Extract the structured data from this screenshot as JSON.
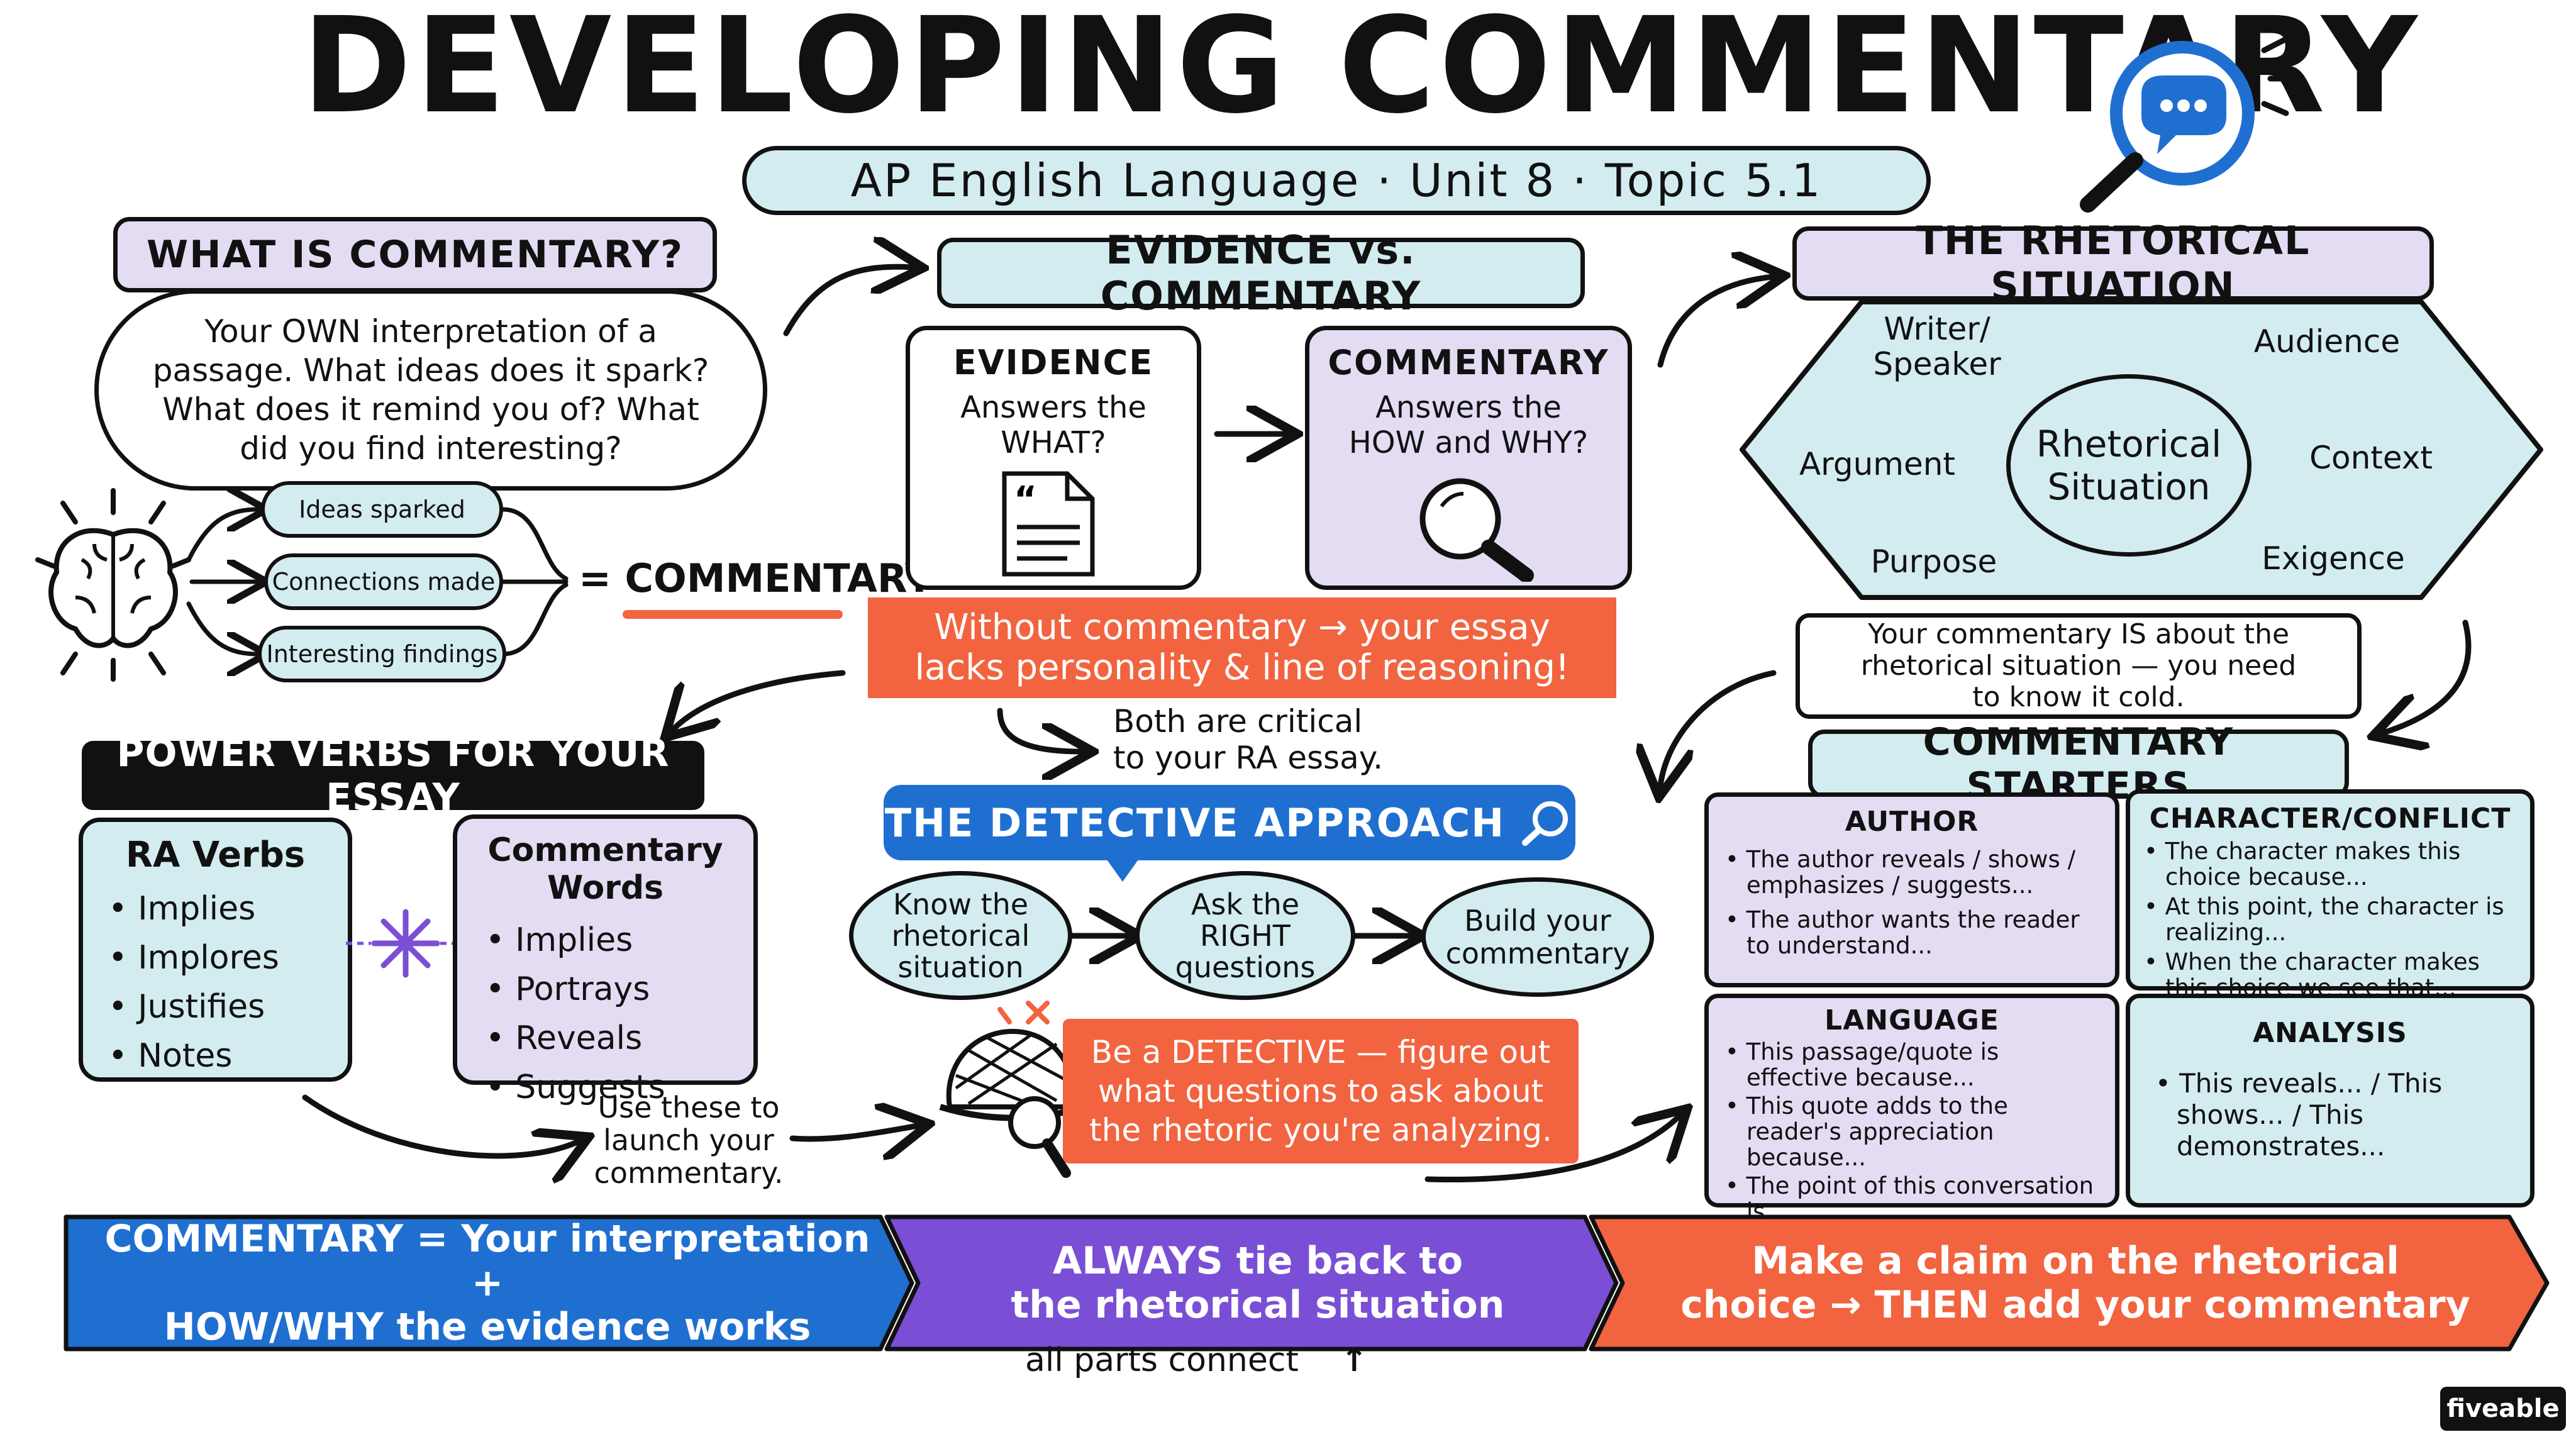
{
  "title": "DEVELOPING COMMENTARY",
  "subtitle": "AP English Language · Unit 8 · Topic 5.1",
  "icons": {
    "magnifier_chat": "magnifier-with-speech-bubble-icon",
    "brain": "brain-icon",
    "document": "document-icon",
    "magnifier": "magnifier-icon",
    "detective_hat": "detective-hat-icon",
    "sparkle": "sparkle-icon",
    "search": "search-icon"
  },
  "colors": {
    "lavender": "#e3dcf3",
    "light_blue": "#d3ecf0",
    "orange": "#f2633f",
    "blue": "#1f6fd1",
    "purple": "#7a4fd6",
    "dark": "#111111"
  },
  "what_is": {
    "title": "WHAT IS COMMENTARY?",
    "lines": [
      "Your OWN interpretation of a",
      "passage. What ideas does it spark?",
      "What does it remind you of? What",
      "did you find interesting?"
    ]
  },
  "brain_flow": {
    "items": [
      "Ideas sparked",
      "Connections made",
      "Interesting findings"
    ],
    "result": "= COMMENTARY"
  },
  "evidence_vs": {
    "title": "EVIDENCE vs. COMMENTARY",
    "evidence_title": "EVIDENCE",
    "evidence_lines": [
      "Answers the",
      "WHAT?"
    ],
    "commentary_title": "COMMENTARY",
    "commentary_lines": [
      "Answers the",
      "HOW and WHY?"
    ],
    "warning_lines": [
      "Without commentary → your essay",
      "lacks personality & line of reasoning!"
    ],
    "note_lines": [
      "Both are critical",
      "to your RA essay."
    ]
  },
  "rhetorical": {
    "title": "THE RHETORICAL SITUATION",
    "center_lines": [
      "Rhetorical",
      "Situation"
    ],
    "writer_lines": [
      "Writer/",
      "Speaker"
    ],
    "audience": "Audience",
    "argument": "Argument",
    "context": "Context",
    "purpose": "Purpose",
    "exigence": "Exigence",
    "note_lines": [
      "Your commentary IS about the",
      "rhetorical situation — you need",
      "to know it cold."
    ]
  },
  "power_verbs": {
    "title": "POWER VERBS FOR YOUR ESSAY",
    "ra_title": "RA Verbs",
    "ra_items": [
      "Implies",
      "Implores",
      "Justifies",
      "Notes"
    ],
    "cw_title": "Commentary Words",
    "cw_items": [
      "Implies",
      "Portrays",
      "Reveals",
      "Suggests"
    ],
    "note_lines": [
      "Use these to",
      "launch your",
      "commentary."
    ]
  },
  "detective": {
    "title": "THE DETECTIVE APPROACH",
    "steps": [
      [
        "Know the",
        "rhetorical",
        "situation"
      ],
      [
        "Ask the",
        "RIGHT",
        "questions"
      ],
      [
        "Build your",
        "commentary"
      ]
    ],
    "callout_lines": [
      "Be a DETECTIVE — figure out",
      "what questions to ask about",
      "the rhetoric you're analyzing."
    ]
  },
  "starters": {
    "title": "COMMENTARY STARTERS",
    "author_title": "AUTHOR",
    "author_items": [
      "The author reveals / shows / emphasizes / suggests...",
      "The author wants the reader to understand..."
    ],
    "character_title": "CHARACTER/CONFLICT",
    "character_items": [
      "The character makes this choice because...",
      "At this point, the character is realizing...",
      "When the character makes this choice we see that..."
    ],
    "language_title": "LANGUAGE",
    "language_items": [
      "This passage/quote is effective because...",
      "This quote adds to the reader's appreciation because...",
      "The point of this conversation is..."
    ],
    "analysis_title": "ANALYSIS",
    "analysis_items": [
      "This reveals... / This shows... / This demonstrates..."
    ]
  },
  "banner": {
    "left_lines": [
      "COMMENTARY = Your interpretation +",
      "HOW/WHY the evidence works"
    ],
    "middle_lines": [
      "ALWAYS tie back to",
      "the rhetorical situation"
    ],
    "right_lines": [
      "Make a claim on the rhetorical",
      "choice → THEN add your commentary"
    ],
    "footnote": "all parts connect",
    "footnote_arrow": "↑"
  },
  "brand": "fiveable"
}
